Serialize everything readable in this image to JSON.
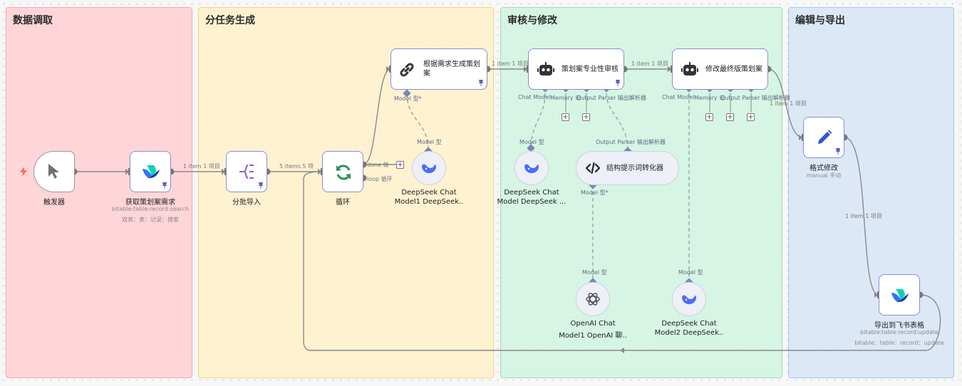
{
  "zones": {
    "data": "数据调取",
    "split": "分任务生成",
    "review": "审核与修改",
    "export": "编辑与导出"
  },
  "nodes": {
    "trigger": {
      "label": "触发器"
    },
    "fetch": {
      "label": "获取策划案需求",
      "sub1": "bitable:table:record:search",
      "sub2": "双表：表：记录：搜索"
    },
    "batch": {
      "label": "分批导入"
    },
    "loop": {
      "label": "循环"
    },
    "generate": {
      "label_line1": "根据需求生成策划",
      "label_line2": "案"
    },
    "review": {
      "label": "策划案专业性审核"
    },
    "final": {
      "label": "修改最终版策划案"
    },
    "deepseek1": {
      "line1": "DeepSeek Chat",
      "line2": "Model1  DeepSeek.."
    },
    "deepseek_review": {
      "line1": "DeepSeek Chat",
      "line2": "Model  DeepSeek ..."
    },
    "parser": {
      "label": "结构提示词转化器"
    },
    "openai": {
      "line1": "OpenAI Chat",
      "line2": "Model1  OpenAI 聊.."
    },
    "deepseek2": {
      "line1": "DeepSeek Chat",
      "line2": "Model2  DeepSeek.."
    },
    "format": {
      "label": "格式修改",
      "sub": "manual  手动"
    },
    "export": {
      "label": "导出到飞书表格",
      "sub1": "bitable:table:record:update",
      "sub2": "bitable：table：record：update"
    }
  },
  "wire_labels": {
    "fetch_batch": "1 item  1 项目",
    "batch_loop": "5 items  5 项",
    "gen_review": "1 item  1 项目",
    "review_final": "1 item  1 项目",
    "final_format": "1 item  1 项目",
    "format_export": "1 item  1 项目",
    "loop_done": "done  做",
    "loop_loop": "loop  循环"
  },
  "ports": {
    "gen_model": "Model  型*",
    "ds1_model": "Model  型",
    "review_chat": "Chat Model",
    "review_memory": "Memory  记",
    "review_output": "Output Parser  输出解析器",
    "ds_review_model": "Model  型",
    "parser_output": "Output Parser  输出解析器",
    "parser_model": "Model  型*",
    "openai_model": "Model  型",
    "final_chat": "Chat Model",
    "final_memory": "Memory  记",
    "final_output": "Output Parser  输出解析器",
    "ds2_model": "Model  型"
  },
  "colors": {
    "node_border": "#8a8ed0",
    "wire": "#8a8a8a",
    "dashed": "#9a9aa6",
    "port": "#7d84b8",
    "trigger_bolt": "#ff6b5b",
    "feishu_blue": "#3370ff",
    "feishu_teal": "#00d6b9",
    "loop_green": "#2f8f5a",
    "deepseek_blue": "#4d6bfe",
    "pencil_blue": "#2f57d8"
  },
  "icons": {
    "trigger": "cursor-icon",
    "fetch": "feishu-icon",
    "batch": "split-icon",
    "loop": "refresh-icon",
    "generate": "link-icon",
    "review": "robot-icon",
    "final": "robot-icon",
    "deepseek": "whale-icon",
    "parser": "code-icon",
    "openai": "openai-icon",
    "format": "pencil-icon",
    "export": "feishu-icon",
    "pin": "pin-icon",
    "bolt": "bolt-icon"
  }
}
